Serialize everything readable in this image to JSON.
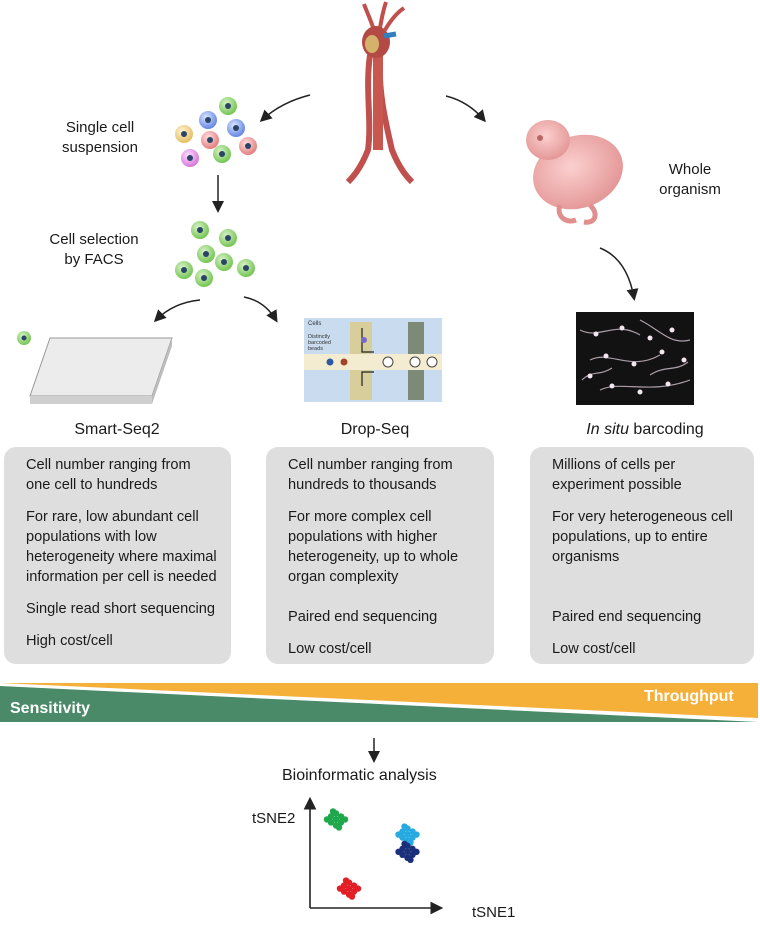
{
  "labels": {
    "single_cell": [
      "Single cell",
      "suspension"
    ],
    "cell_selection": [
      "Cell selection",
      "by FACS"
    ],
    "whole_organism": [
      "Whole",
      "organism"
    ],
    "smartseq2": "Smart-Seq2",
    "dropseq": "Drop-Seq",
    "insitu_italic": "In situ",
    "insitu_rest": " barcoding",
    "dropseq_cells": "Cells",
    "dropseq_beads": [
      "Distinctly",
      "barcoded",
      "beads"
    ]
  },
  "methods": [
    {
      "name": "Smart-Seq2",
      "lines": [
        "Cell number ranging from one cell to hundreds",
        "For rare, low abundant cell populations with low heterogeneity where maximal information per cell is needed",
        "Single read short sequencing",
        "High cost/cell"
      ]
    },
    {
      "name": "Drop-Seq",
      "lines": [
        "Cell number ranging from hundreds to thousands",
        "For more complex cell populations with higher heterogeneity, up to whole organ complexity",
        "Paired end sequencing",
        "Low cost/cell"
      ]
    },
    {
      "name": "In situ barcoding",
      "lines": [
        "Millions of cells per experiment possible",
        "For very heterogeneous cell populations, up to entire organisms",
        "Paired end sequencing",
        "Low cost/cell"
      ]
    }
  ],
  "gradient": {
    "sensitivity": "Sensitivity",
    "throughput": "Throughput",
    "sensitivity_color": "#4a8a68",
    "throughput_color": "#f5b03a"
  },
  "analysis": {
    "title": "Bioinformatic analysis",
    "y_axis": "tSNE2",
    "x_axis": "tSNE1",
    "clusters": [
      {
        "color": "#1fa84b",
        "x": 0.2,
        "y": 0.82
      },
      {
        "color": "#27a9e1",
        "x": 0.75,
        "y": 0.68
      },
      {
        "color": "#1b2f7a",
        "x": 0.75,
        "y": 0.52
      },
      {
        "color": "#e21f26",
        "x": 0.3,
        "y": 0.18
      }
    ]
  }
}
